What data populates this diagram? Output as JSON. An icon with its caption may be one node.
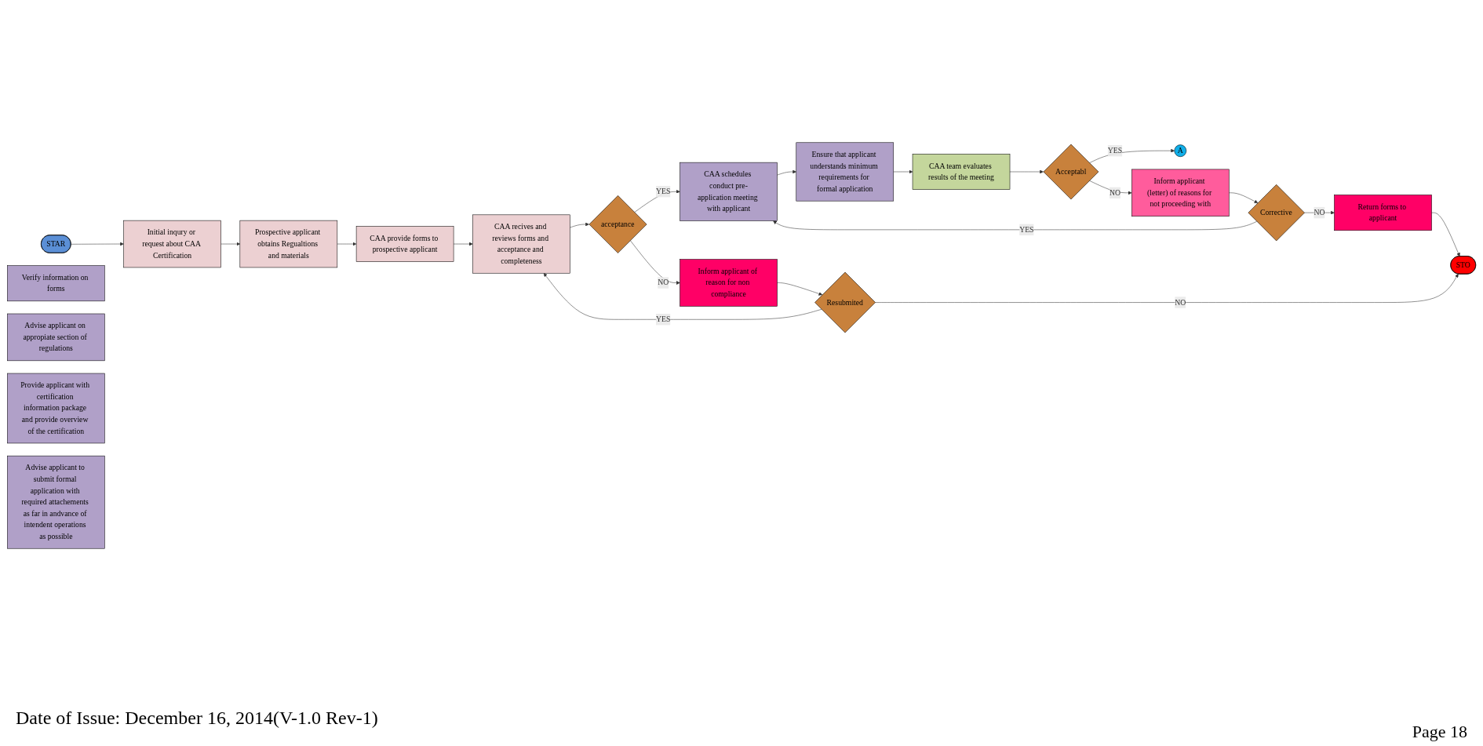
{
  "diagram": {
    "nodes": [
      {
        "text": [
          "STAR"
        ]
      },
      {
        "text": [
          "Initial inqury or request about CAA Certification"
        ]
      },
      {
        "text": [
          "Prospective applicant obtains Regualtions and materials"
        ]
      },
      {
        "text": [
          "CAA provide forms to prospective applicant"
        ]
      },
      {
        "text": [
          "CAA recives and reviews forms and acceptance and completeness"
        ]
      },
      {
        "text": [
          "acceptance"
        ]
      },
      {
        "text": [
          "Inform applicant of reason for non compliance"
        ]
      },
      {
        "text": [
          "Resubmited"
        ]
      },
      {
        "text": [
          "STO"
        ]
      },
      {
        "text": [
          "CAA schedules conduct pre-application meeting with applicant"
        ]
      },
      {
        "text": [
          "Verify information on forms"
        ]
      },
      {
        "text": [
          "Advise applicant on appropiate section of regulations"
        ]
      },
      {
        "text": [
          "Ensure that applicant understands minimum requirements for formal application"
        ]
      },
      {
        "text": [
          "Provide applicant with certification information package and provide overview of the certification"
        ]
      },
      {
        "text": [
          "Advise applicant to submit formal application with required attachements as far in andvance of intendent operations as possible"
        ]
      },
      {
        "text": [
          "CAA team evaluates results of the meeting"
        ]
      },
      {
        "text": [
          "Acceptabl"
        ]
      },
      {
        "text": [
          "A"
        ]
      },
      {
        "text": [
          "Inform applicant (letter) of reasons for not proceeding with"
        ]
      },
      {
        "text": [
          "Corrective"
        ]
      },
      {
        "text": [
          "Return forms to applicant"
        ]
      }
    ],
    "edges": [
      {
        "from": 0,
        "to": 1,
        "arrow": "to"
      },
      {
        "from": 1,
        "to": 2,
        "arrow": "to"
      },
      {
        "from": 2,
        "to": 3,
        "arrow": "to"
      },
      {
        "from": 3,
        "to": 4,
        "arrow": "to"
      },
      {
        "from": 4,
        "to": 5,
        "arrow": "to"
      },
      {
        "from": 5,
        "to": 9,
        "arrow": "to",
        "label": "YES"
      },
      {
        "from": 5,
        "to": 6,
        "arrow": "to",
        "label": "NO"
      },
      {
        "from": 6,
        "to": 7,
        "arrow": "to"
      },
      {
        "from": 7,
        "to": 4,
        "arrow": "to",
        "label": "YES"
      },
      {
        "from": 7,
        "to": 8,
        "arrow": "to",
        "label": "NO"
      },
      {
        "from": 9,
        "to": 12,
        "arrow": "to"
      },
      {
        "from": 12,
        "to": 15,
        "arrow": "to"
      },
      {
        "from": 15,
        "to": 16,
        "arrow": "to"
      },
      {
        "from": 16,
        "to": 17,
        "arrow": "to",
        "label": "YES"
      },
      {
        "from": 16,
        "to": 18,
        "arrow": "to",
        "label": "NO"
      },
      {
        "from": 18,
        "to": 19,
        "arrow": "to"
      },
      {
        "from": 19,
        "to": 9,
        "arrow": "to",
        "label": "YES"
      },
      {
        "from": 19,
        "to": 20,
        "arrow": "to",
        "label": "NO"
      },
      {
        "from": 20,
        "to": 8,
        "arrow": "to"
      }
    ],
    "labels": [
      "Date of Issue: December 16, 2014(V-1.0 Rev-1)",
      "Page 18"
    ]
  }
}
